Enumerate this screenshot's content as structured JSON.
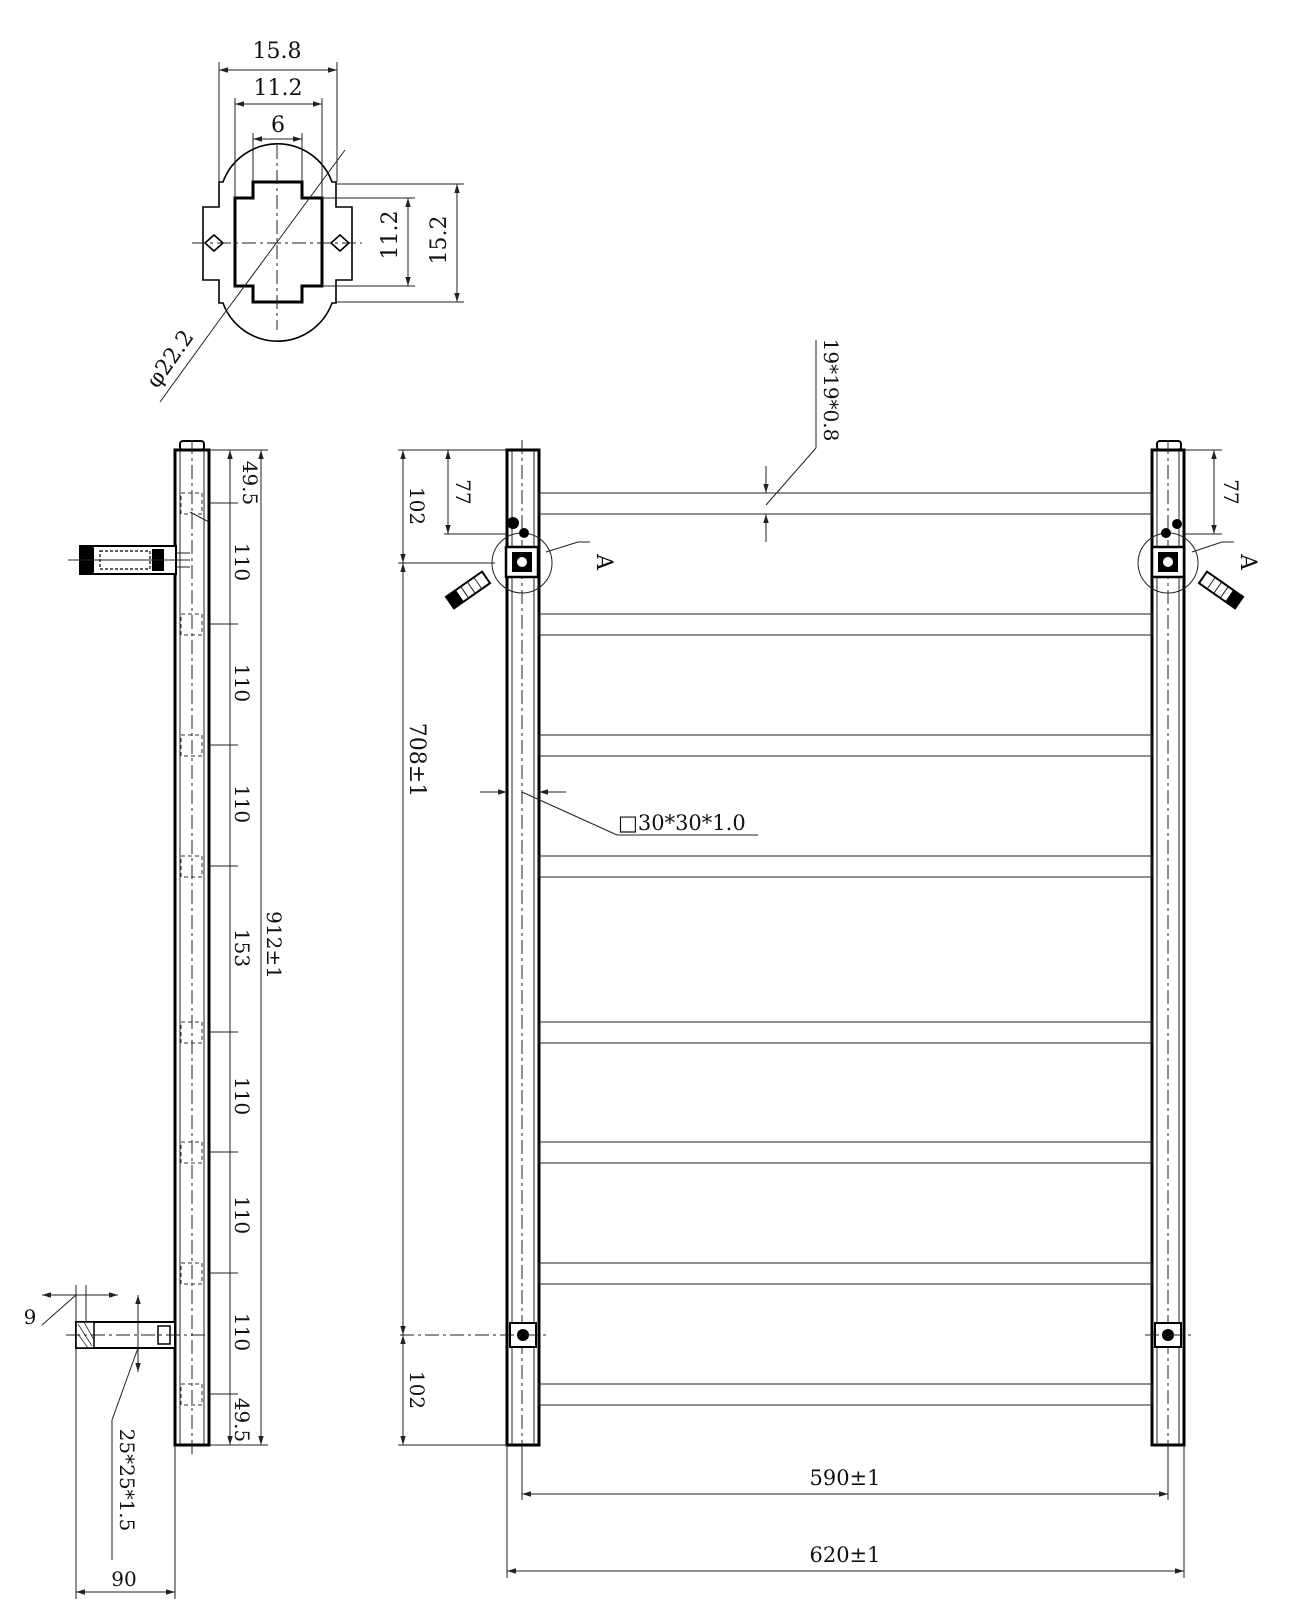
{
  "section_view": {
    "dims": {
      "width_outer": "15.8",
      "width_inner": "11.2",
      "center_slot": "6",
      "height_inner": "11.2",
      "height_outer": "15.2",
      "diameter": "φ22.2"
    }
  },
  "side_view": {
    "dims": {
      "top_offset": "49.5",
      "spacings": [
        "110",
        "110",
        "110",
        "153",
        "110",
        "110",
        "110"
      ],
      "bottom_offset": "49.5",
      "overall_height": "912±1",
      "wall_gap": "9",
      "bracket_tube": "25*25*1.5",
      "depth": "90"
    }
  },
  "front_view": {
    "dims": {
      "top_to_bracket": "102",
      "top_to_bar": "77",
      "bar_spec": "19*19*0.8",
      "detail_label": "A",
      "bracket_spacing": "708±1",
      "tube_spec": "□30*30*1.0",
      "bottom_to_bracket": "102",
      "center_width": "590±1",
      "overall_width": "620±1"
    }
  }
}
